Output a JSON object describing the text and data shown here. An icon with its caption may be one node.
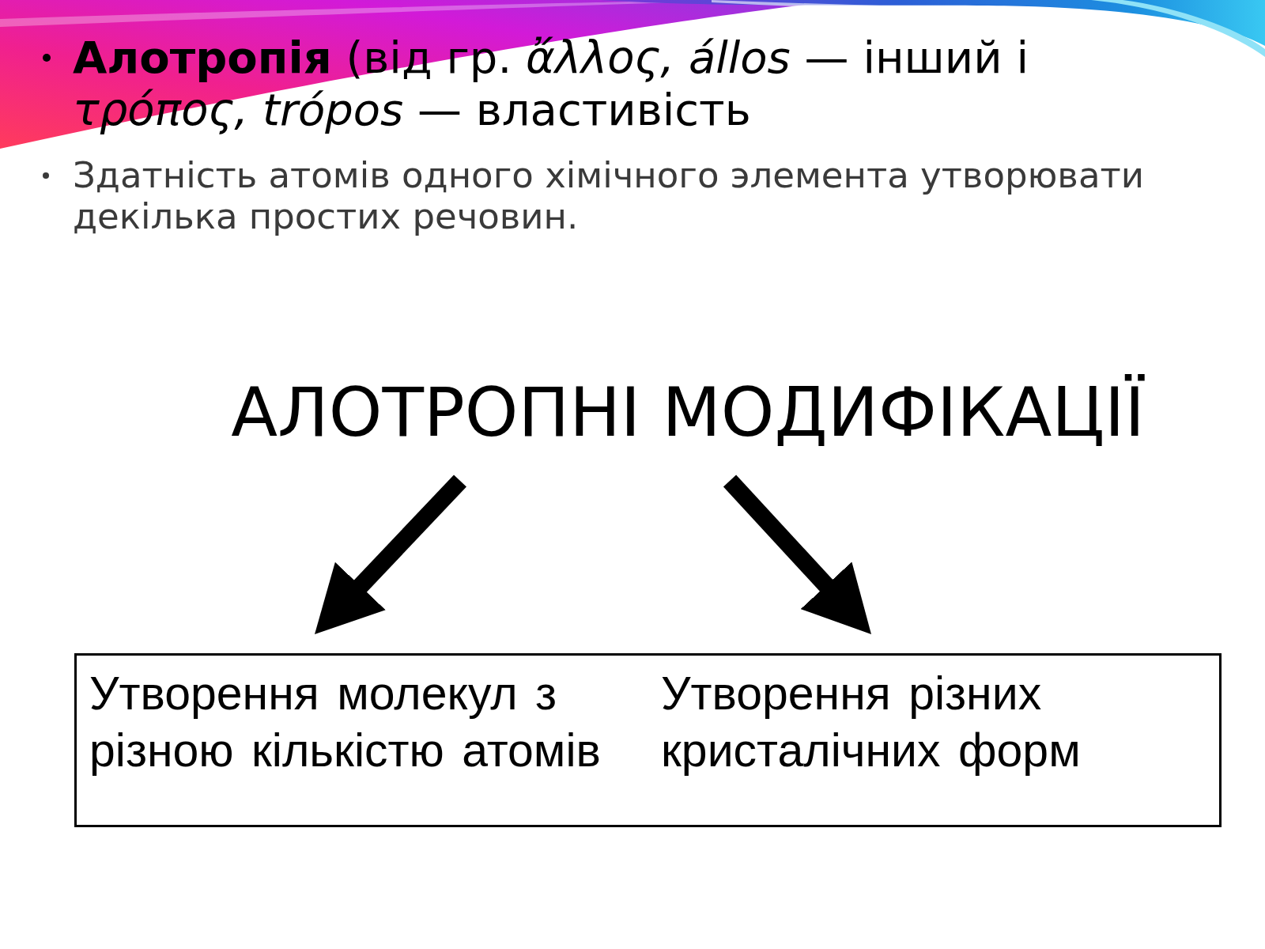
{
  "diagram": {
    "nodes": [
      {
        "text": [
          "АЛОТРОПНІ МОДИФІКАЦІЇ"
        ]
      },
      {
        "text": [
          "Утворення молекул з різною кількістю атомів"
        ]
      },
      {
        "text": [
          "Утворення різних кристалічних форм"
        ]
      }
    ],
    "edges": [
      {
        "from": 0,
        "to": 1,
        "arrow": "to"
      },
      {
        "from": 0,
        "to": 2,
        "arrow": "to"
      }
    ],
    "labels": [
      "**Алотропія** (від гр. *ἄλλος, állos* — інший і *τρόπος, trópos* — властивість",
      "Здатність атомів одного хімічного элемента утворювати декілька простих речовин."
    ]
  }
}
